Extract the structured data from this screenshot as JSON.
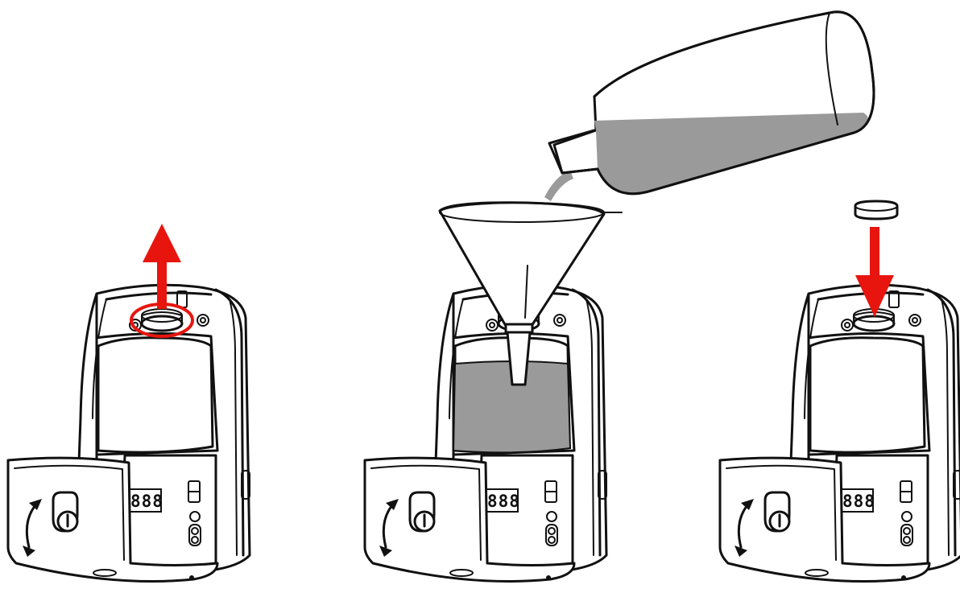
{
  "colors": {
    "arrow": "#e8150f",
    "liquid": "#9a9a9a",
    "outline": "#111111",
    "background": "#ffffff"
  },
  "steps": [
    {
      "action": "remove-cap",
      "display": "888"
    },
    {
      "action": "pour-liquid",
      "display": "888"
    },
    {
      "action": "replace-cap",
      "display": "888"
    }
  ],
  "icons": [
    "arrow-up-icon",
    "highlight-ring-icon",
    "funnel-icon",
    "bottle-icon",
    "cap-icon",
    "arrow-down-icon",
    "rotate-arrow-icon",
    "lock-icon"
  ]
}
